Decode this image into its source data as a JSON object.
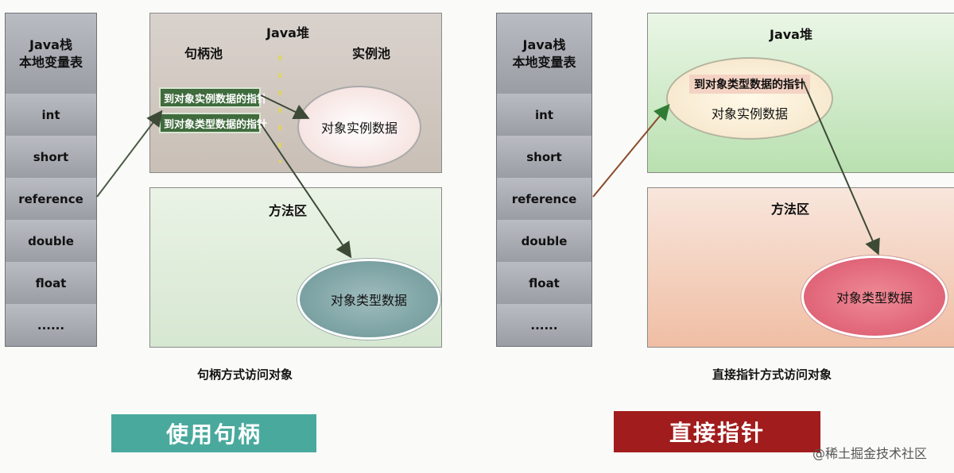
{
  "stack_title_line1": "Java栈",
  "stack_title_line2": "本地变量表",
  "stack_items": [
    "int",
    "short",
    "reference",
    "double",
    "float",
    "......"
  ],
  "left": {
    "heap_label": "Java堆",
    "handle_pool_label": "句柄池",
    "instance_pool_label": "实例池",
    "ptr_instance": "到对象实例数据的指针",
    "ptr_type": "到对象类型数据的指针",
    "instance_data": "对象实例数据",
    "method_area_label": "方法区",
    "type_data": "对象类型数据",
    "caption": "句柄方式访问对象",
    "banner": "使用句柄"
  },
  "right": {
    "heap_label": "Java堆",
    "ptr_type": "到对象类型数据的指针",
    "instance_data": "对象实例数据",
    "method_area_label": "方法区",
    "type_data": "对象类型数据",
    "caption": "直接指针方式访问对象",
    "banner": "直接指针"
  },
  "watermark": "@稀土掘金技术社区"
}
